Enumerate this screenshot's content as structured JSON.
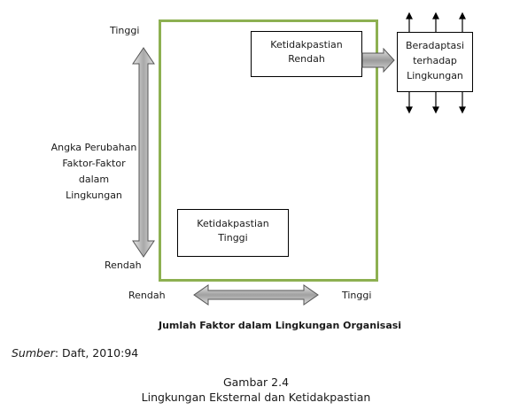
{
  "diagram": {
    "y_axis": {
      "top_label": "Tinggi",
      "bottom_label": "Rendah",
      "title_lines": [
        "Angka Perubahan",
        "Faktor-Faktor",
        "dalam",
        "Lingkungan"
      ]
    },
    "x_axis": {
      "left_label": "Rendah",
      "right_label": "Tinggi",
      "title": "Jumlah Faktor dalam Lingkungan Organisasi"
    },
    "box_top": [
      "Ketidakpastian",
      "Rendah"
    ],
    "box_bottom": [
      "Ketidakpastian",
      "Tinggi"
    ],
    "adapt_box": [
      "Beradaptasi",
      "terhadap",
      "Lingkungan"
    ]
  },
  "source": {
    "label": "Sumber",
    "text": ": Daft, 2010:94"
  },
  "caption": {
    "figure": "Gambar 2.4",
    "title": "Lingkungan Eksternal dan Ketidakpastian"
  },
  "colors": {
    "frame": "#8db051",
    "arrow_fill": "#c8c8c8"
  }
}
